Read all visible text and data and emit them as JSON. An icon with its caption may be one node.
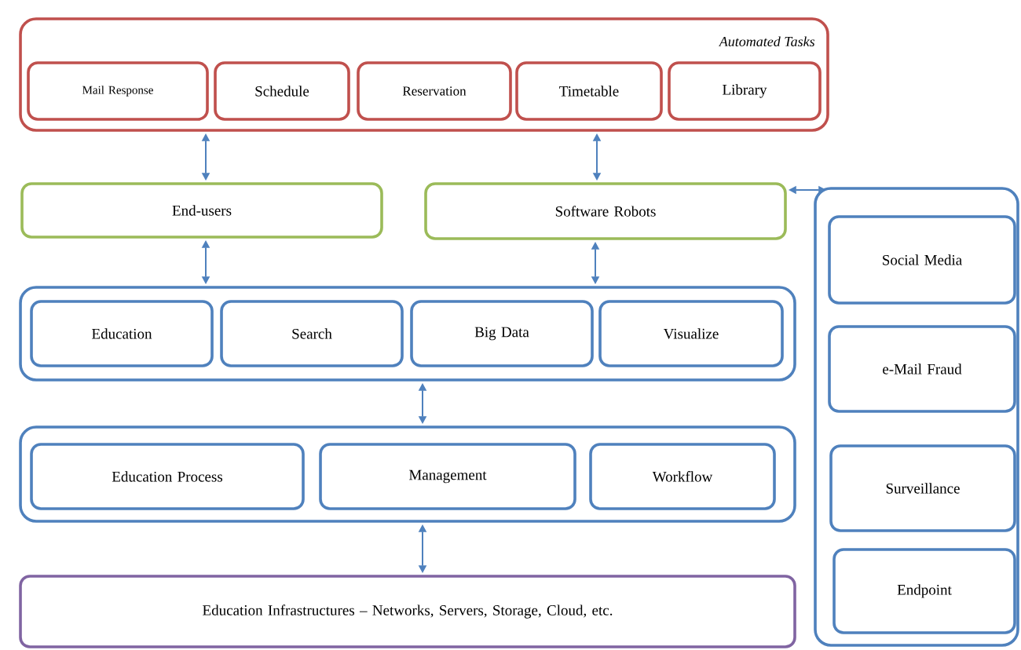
{
  "diagram": {
    "nodes": [
      {
        "text": [
          "Automated Tasks"
        ]
      },
      {
        "text": [
          "Mail Response"
        ],
        "in": 0
      },
      {
        "text": [
          "Schedule"
        ],
        "in": 0
      },
      {
        "text": [
          "Reservation"
        ],
        "in": 0
      },
      {
        "text": [
          "Timetable"
        ],
        "in": 0
      },
      {
        "text": [
          "Library"
        ],
        "in": 0
      },
      {
        "text": [
          "End-users"
        ]
      },
      {
        "text": [
          "Software Robots"
        ]
      },
      {
        "text": [],
        "shape": "box"
      },
      {
        "text": [
          "Education"
        ],
        "in": 8
      },
      {
        "text": [
          "Search"
        ],
        "in": 8
      },
      {
        "text": [
          "Big Data"
        ],
        "in": 8
      },
      {
        "text": [
          "Visualize"
        ],
        "in": 8
      },
      {
        "text": [],
        "shape": "box"
      },
      {
        "text": [
          "Education Process"
        ],
        "in": 13
      },
      {
        "text": [
          "Management"
        ],
        "in": 13
      },
      {
        "text": [
          "Workflow"
        ],
        "in": 13
      },
      {
        "text": [
          "Education Infrastructures – Networks, Servers, Storage, Cloud, etc."
        ]
      },
      {
        "text": [],
        "shape": "box"
      },
      {
        "text": [
          "Social Media"
        ],
        "in": 18
      },
      {
        "text": [
          "e-Mail Fraud"
        ],
        "in": 18
      },
      {
        "text": [
          "Surveillance"
        ],
        "in": 18
      },
      {
        "text": [
          "Endpoint"
        ],
        "in": 18
      }
    ],
    "edges": [
      {
        "from": 0,
        "to": 6,
        "arrow": "both"
      },
      {
        "from": 0,
        "to": 7,
        "arrow": "both"
      },
      {
        "from": 6,
        "to": 8,
        "arrow": "both"
      },
      {
        "from": 7,
        "to": 8,
        "arrow": "both"
      },
      {
        "from": 8,
        "to": 13,
        "arrow": "both"
      },
      {
        "from": 13,
        "to": 17,
        "arrow": "both"
      },
      {
        "from": 7,
        "to": 18,
        "arrow": "both"
      }
    ]
  }
}
